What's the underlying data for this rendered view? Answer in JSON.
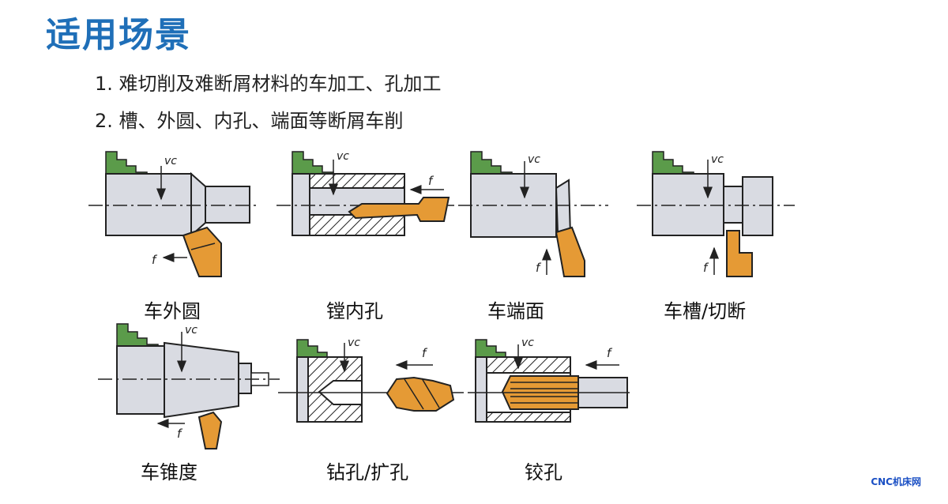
{
  "title": "适用场景",
  "bullets": [
    "1. 难切削及难断屑材料的车加工、孔加工",
    "2. 槽、外圆、内孔、端面等断屑车削"
  ],
  "captions": {
    "turning_od": "车外圆",
    "boring": "镗内孔",
    "facing": "车端面",
    "grooving": "车槽/切断",
    "taper": "车锥度",
    "drilling": "钻孔/扩孔",
    "reaming": "铰孔"
  },
  "symbols": {
    "vc": "vc",
    "f": "f"
  },
  "watermark": "CNC机床网",
  "colors": {
    "title": "#1f6fb8",
    "chuck": "#5b9b4a",
    "work": "#d9dbe2",
    "tool": "#e59a35",
    "line": "#222222"
  }
}
